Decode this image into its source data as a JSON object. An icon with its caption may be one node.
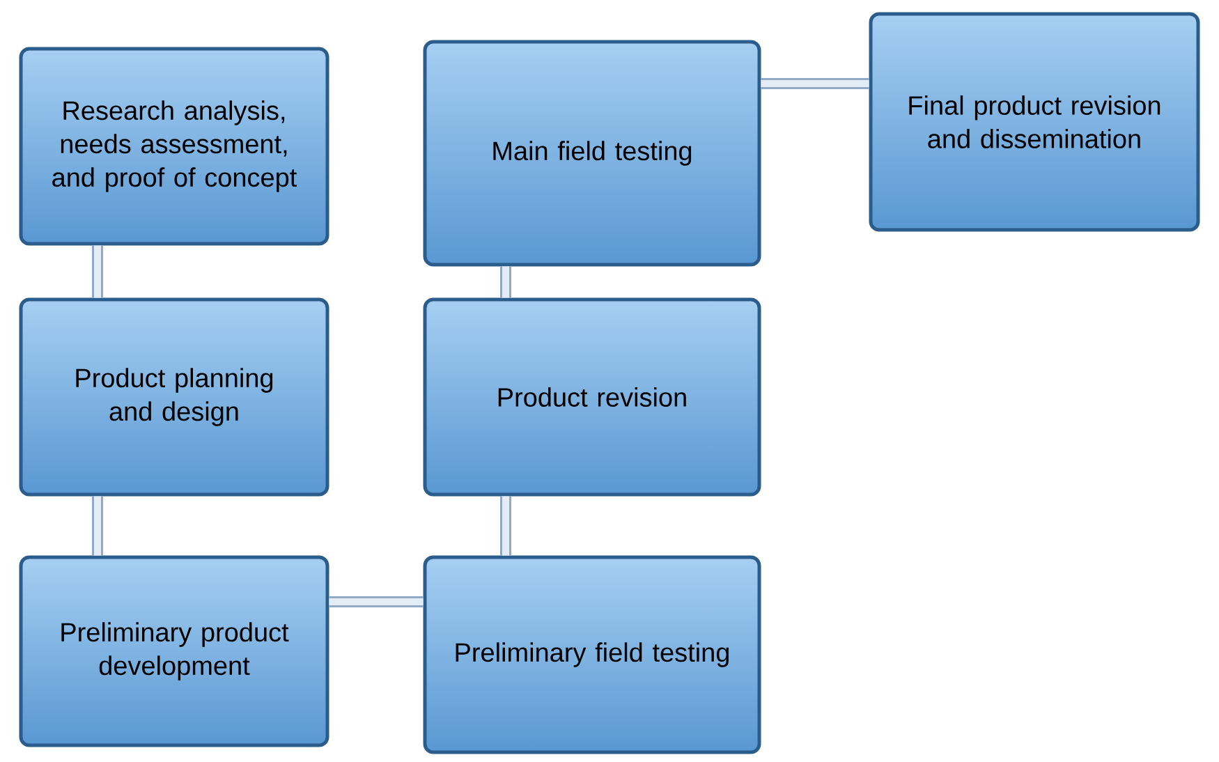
{
  "diagram": {
    "nodes": [
      {
        "text": [
          "Research analysis, needs assessment, and proof of concept"
        ]
      },
      {
        "text": [
          "Product planning and design"
        ]
      },
      {
        "text": [
          "Preliminary product development"
        ]
      },
      {
        "text": [
          "Preliminary field testing"
        ]
      },
      {
        "text": [
          "Product revision"
        ]
      },
      {
        "text": [
          "Main field testing"
        ]
      },
      {
        "text": [
          "Final product revision and dissemination"
        ]
      }
    ],
    "edges": [
      {
        "from": 0,
        "to": 1,
        "arrow": "none"
      },
      {
        "from": 1,
        "to": 2,
        "arrow": "none"
      },
      {
        "from": 2,
        "to": 3,
        "arrow": "none"
      },
      {
        "from": 3,
        "to": 4,
        "arrow": "none"
      },
      {
        "from": 4,
        "to": 5,
        "arrow": "none"
      },
      {
        "from": 5,
        "to": 6,
        "arrow": "none"
      }
    ]
  }
}
